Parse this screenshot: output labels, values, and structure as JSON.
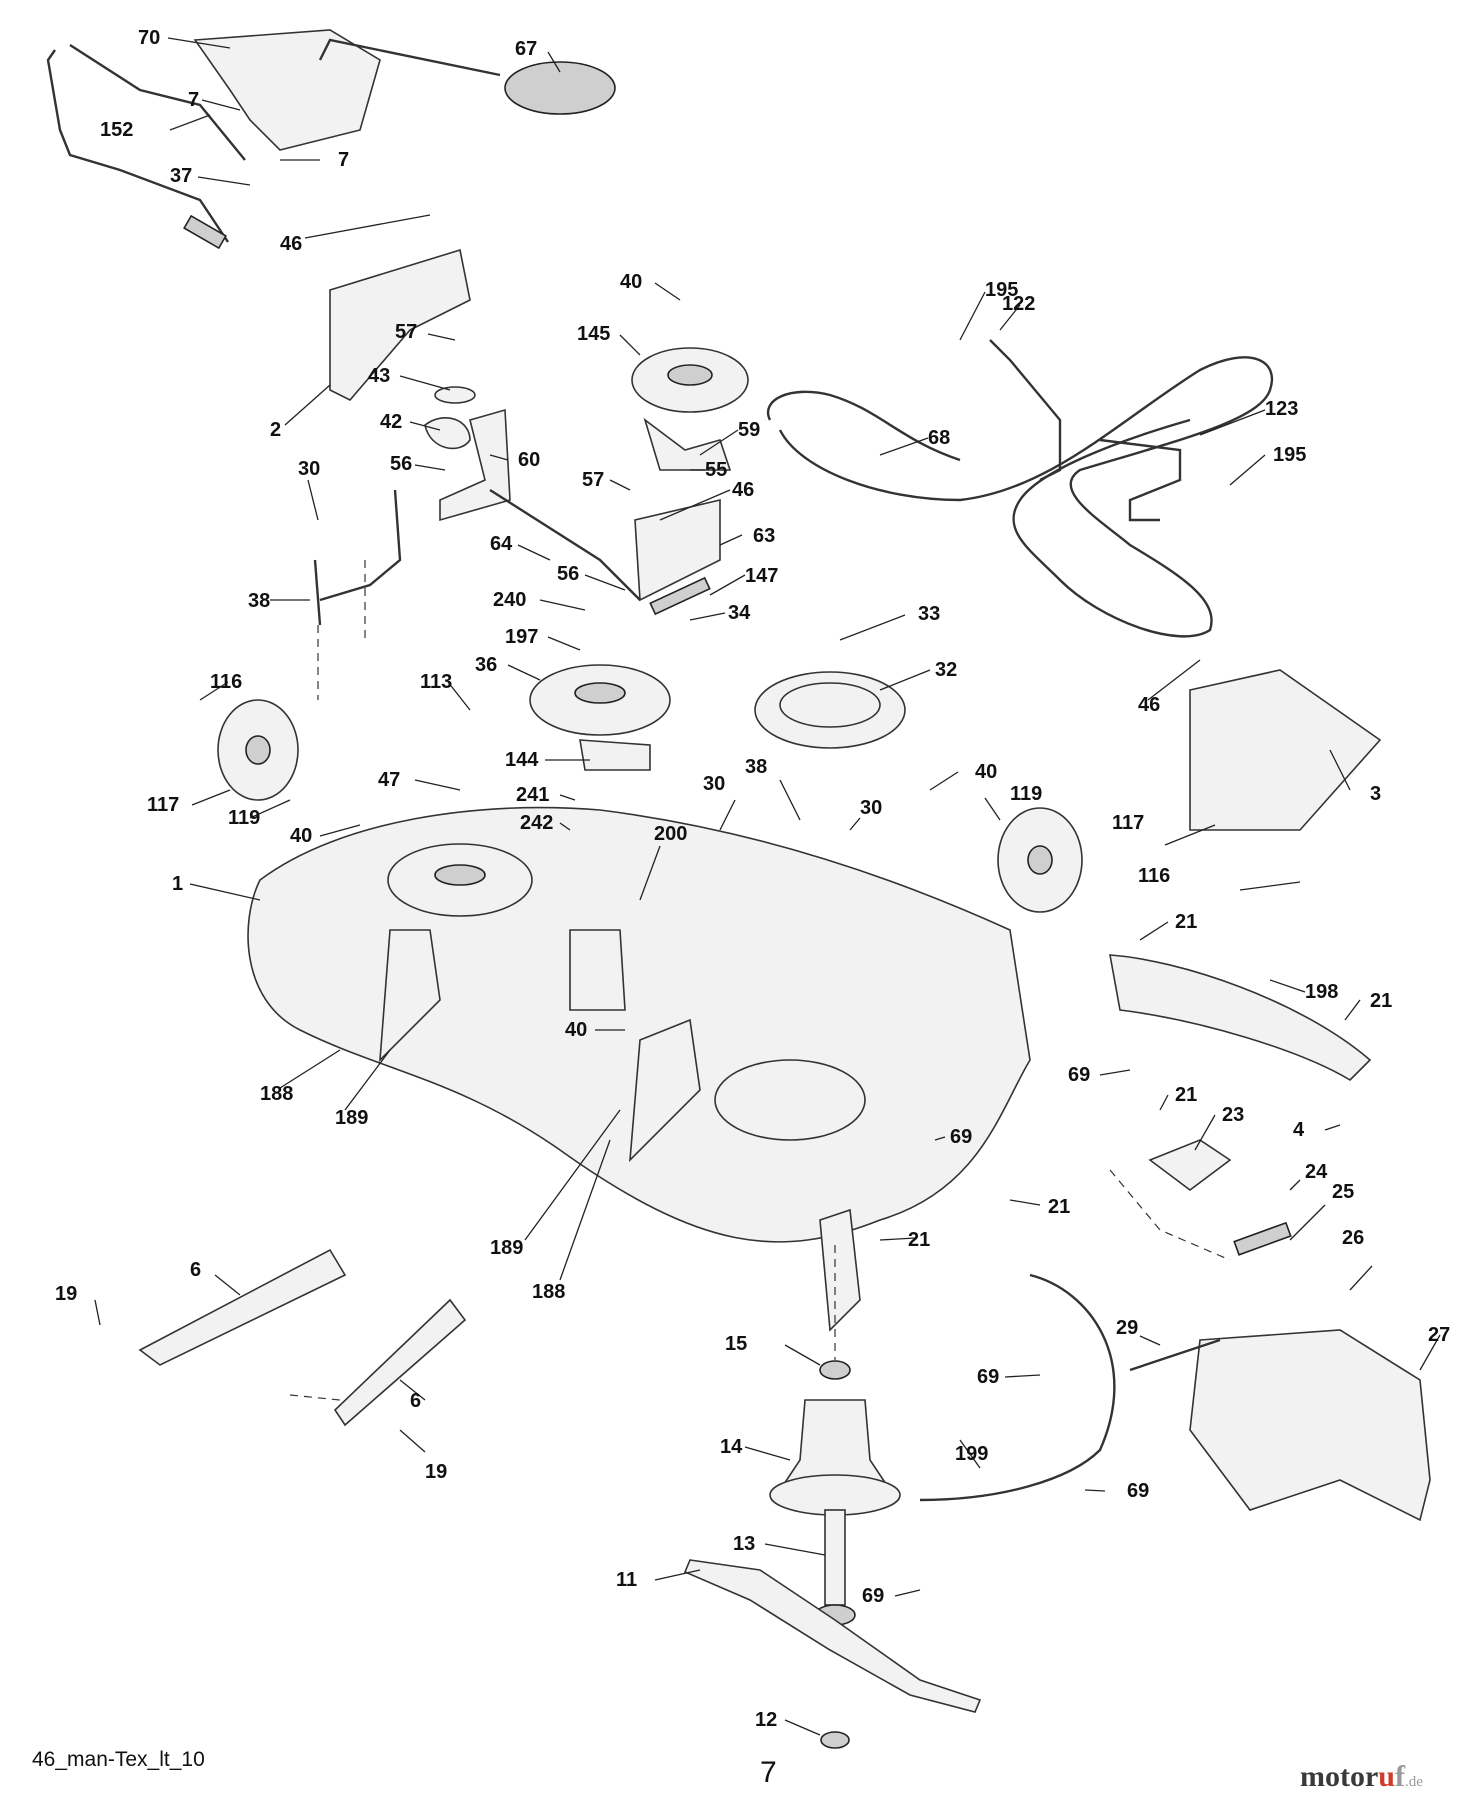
{
  "callouts": [
    "70",
    "67",
    "7",
    "152",
    "7",
    "37",
    "46",
    "2",
    "57",
    "43",
    "42",
    "60",
    "56",
    "30",
    "38",
    "64",
    "40",
    "145",
    "59",
    "57",
    "55",
    "46",
    "63",
    "147",
    "56",
    "240",
    "34",
    "197",
    "33",
    "36",
    "32",
    "68",
    "195",
    "122",
    "123",
    "195",
    "116",
    "113",
    "144",
    "117",
    "119",
    "40",
    "47",
    "241",
    "242",
    "38",
    "30",
    "30",
    "200",
    "40",
    "119",
    "117",
    "116",
    "46",
    "3",
    "1",
    "21",
    "198",
    "21",
    "69",
    "4",
    "21",
    "23",
    "188",
    "189",
    "40",
    "69",
    "24",
    "25",
    "21",
    "189",
    "188",
    "21",
    "26",
    "19",
    "6",
    "15",
    "29",
    "27",
    "69",
    "14",
    "6",
    "19",
    "199",
    "69",
    "13",
    "69",
    "11",
    "12"
  ],
  "footer": {
    "code": "46_man-Tex_lt_10",
    "page": "7",
    "brand_main": "motor",
    "brand_accent": "u",
    "brand_tail": "f",
    "brand_tld": ".de"
  }
}
